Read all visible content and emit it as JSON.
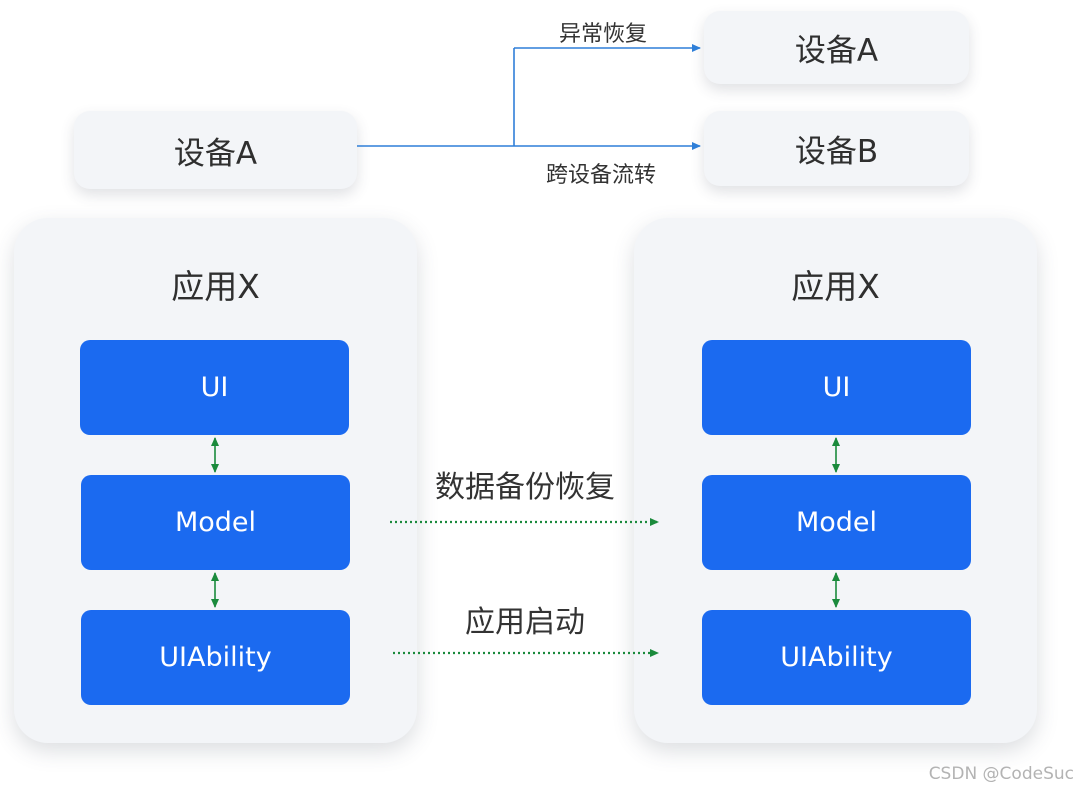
{
  "source_device": {
    "label": "设备A"
  },
  "targets": [
    {
      "label": "设备A"
    },
    {
      "label": "设备B"
    }
  ],
  "branch_labels": {
    "top": "异常恢复",
    "bottom": "跨设备流转"
  },
  "apps": [
    {
      "title": "应用X",
      "layers": [
        "UI",
        "Model",
        "UIAbility"
      ]
    },
    {
      "title": "应用X",
      "layers": [
        "UI",
        "Model",
        "UIAbility"
      ]
    }
  ],
  "flows": {
    "data": "数据备份恢复",
    "launch": "应用启动"
  },
  "colors": {
    "block": "#1b6af0",
    "panel": "#f3f5f8",
    "branch_line": "#2f7fd8",
    "flow_line": "#1a8a3c"
  },
  "watermark": "CSDN @CodeSuc"
}
